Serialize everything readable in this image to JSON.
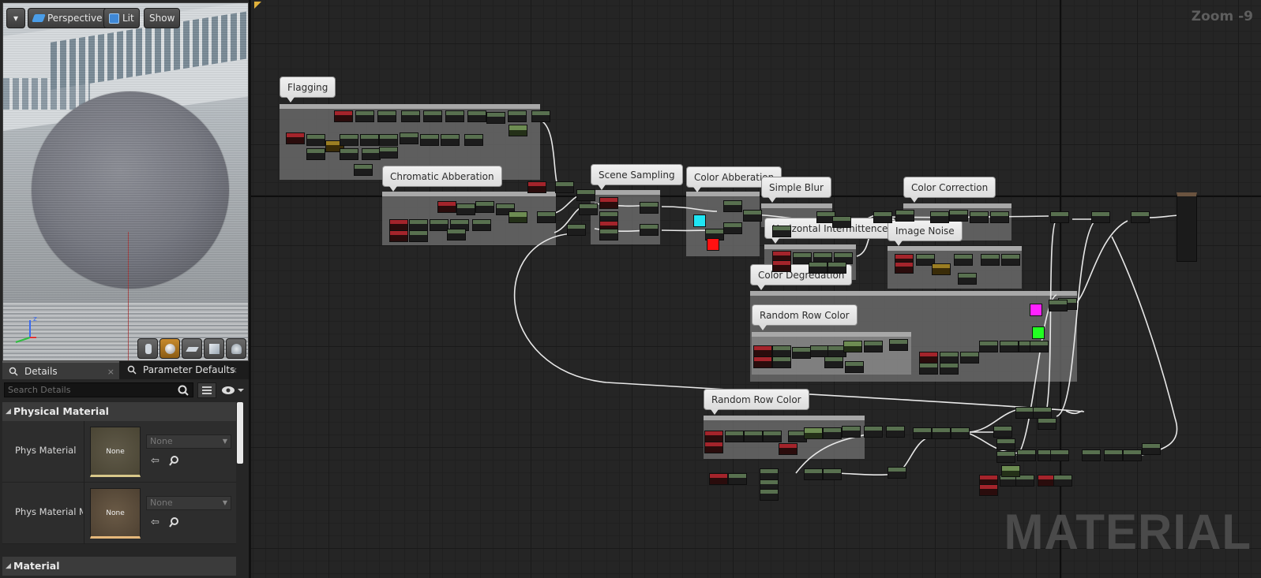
{
  "viewport": {
    "dropdown_label": "▾",
    "perspective_label": "Perspective",
    "lit_label": "Lit",
    "show_label": "Show"
  },
  "tabs": [
    {
      "label": "Details",
      "close": "×"
    },
    {
      "label": "Parameter Defaults",
      "close": "×"
    }
  ],
  "details": {
    "search_placeholder": "Search Details",
    "category_physical": "Physical Material",
    "category_material": "Material",
    "rows": [
      {
        "label": "Phys Material",
        "thumb": "None",
        "value": "None"
      },
      {
        "label": "Phys Material Mask",
        "thumb": "None",
        "value": "None"
      }
    ]
  },
  "graph": {
    "zoom_label": "Zoom -9",
    "watermark": "MATERIAL",
    "comments": [
      "Flagging",
      "Chromatic Abberation",
      "Scene Sampling",
      "Color Abberation",
      "Simple Blur",
      "Color Correction",
      "Horizontal Intermittence",
      "Image Noise",
      "Color Degredation",
      "Random Row Color",
      "Random Row Color"
    ],
    "swatch_colors": {
      "cyan": "#1fe6f4",
      "red": "#ff1111",
      "magenta": "#ff22ff",
      "green": "#22ff22"
    }
  }
}
